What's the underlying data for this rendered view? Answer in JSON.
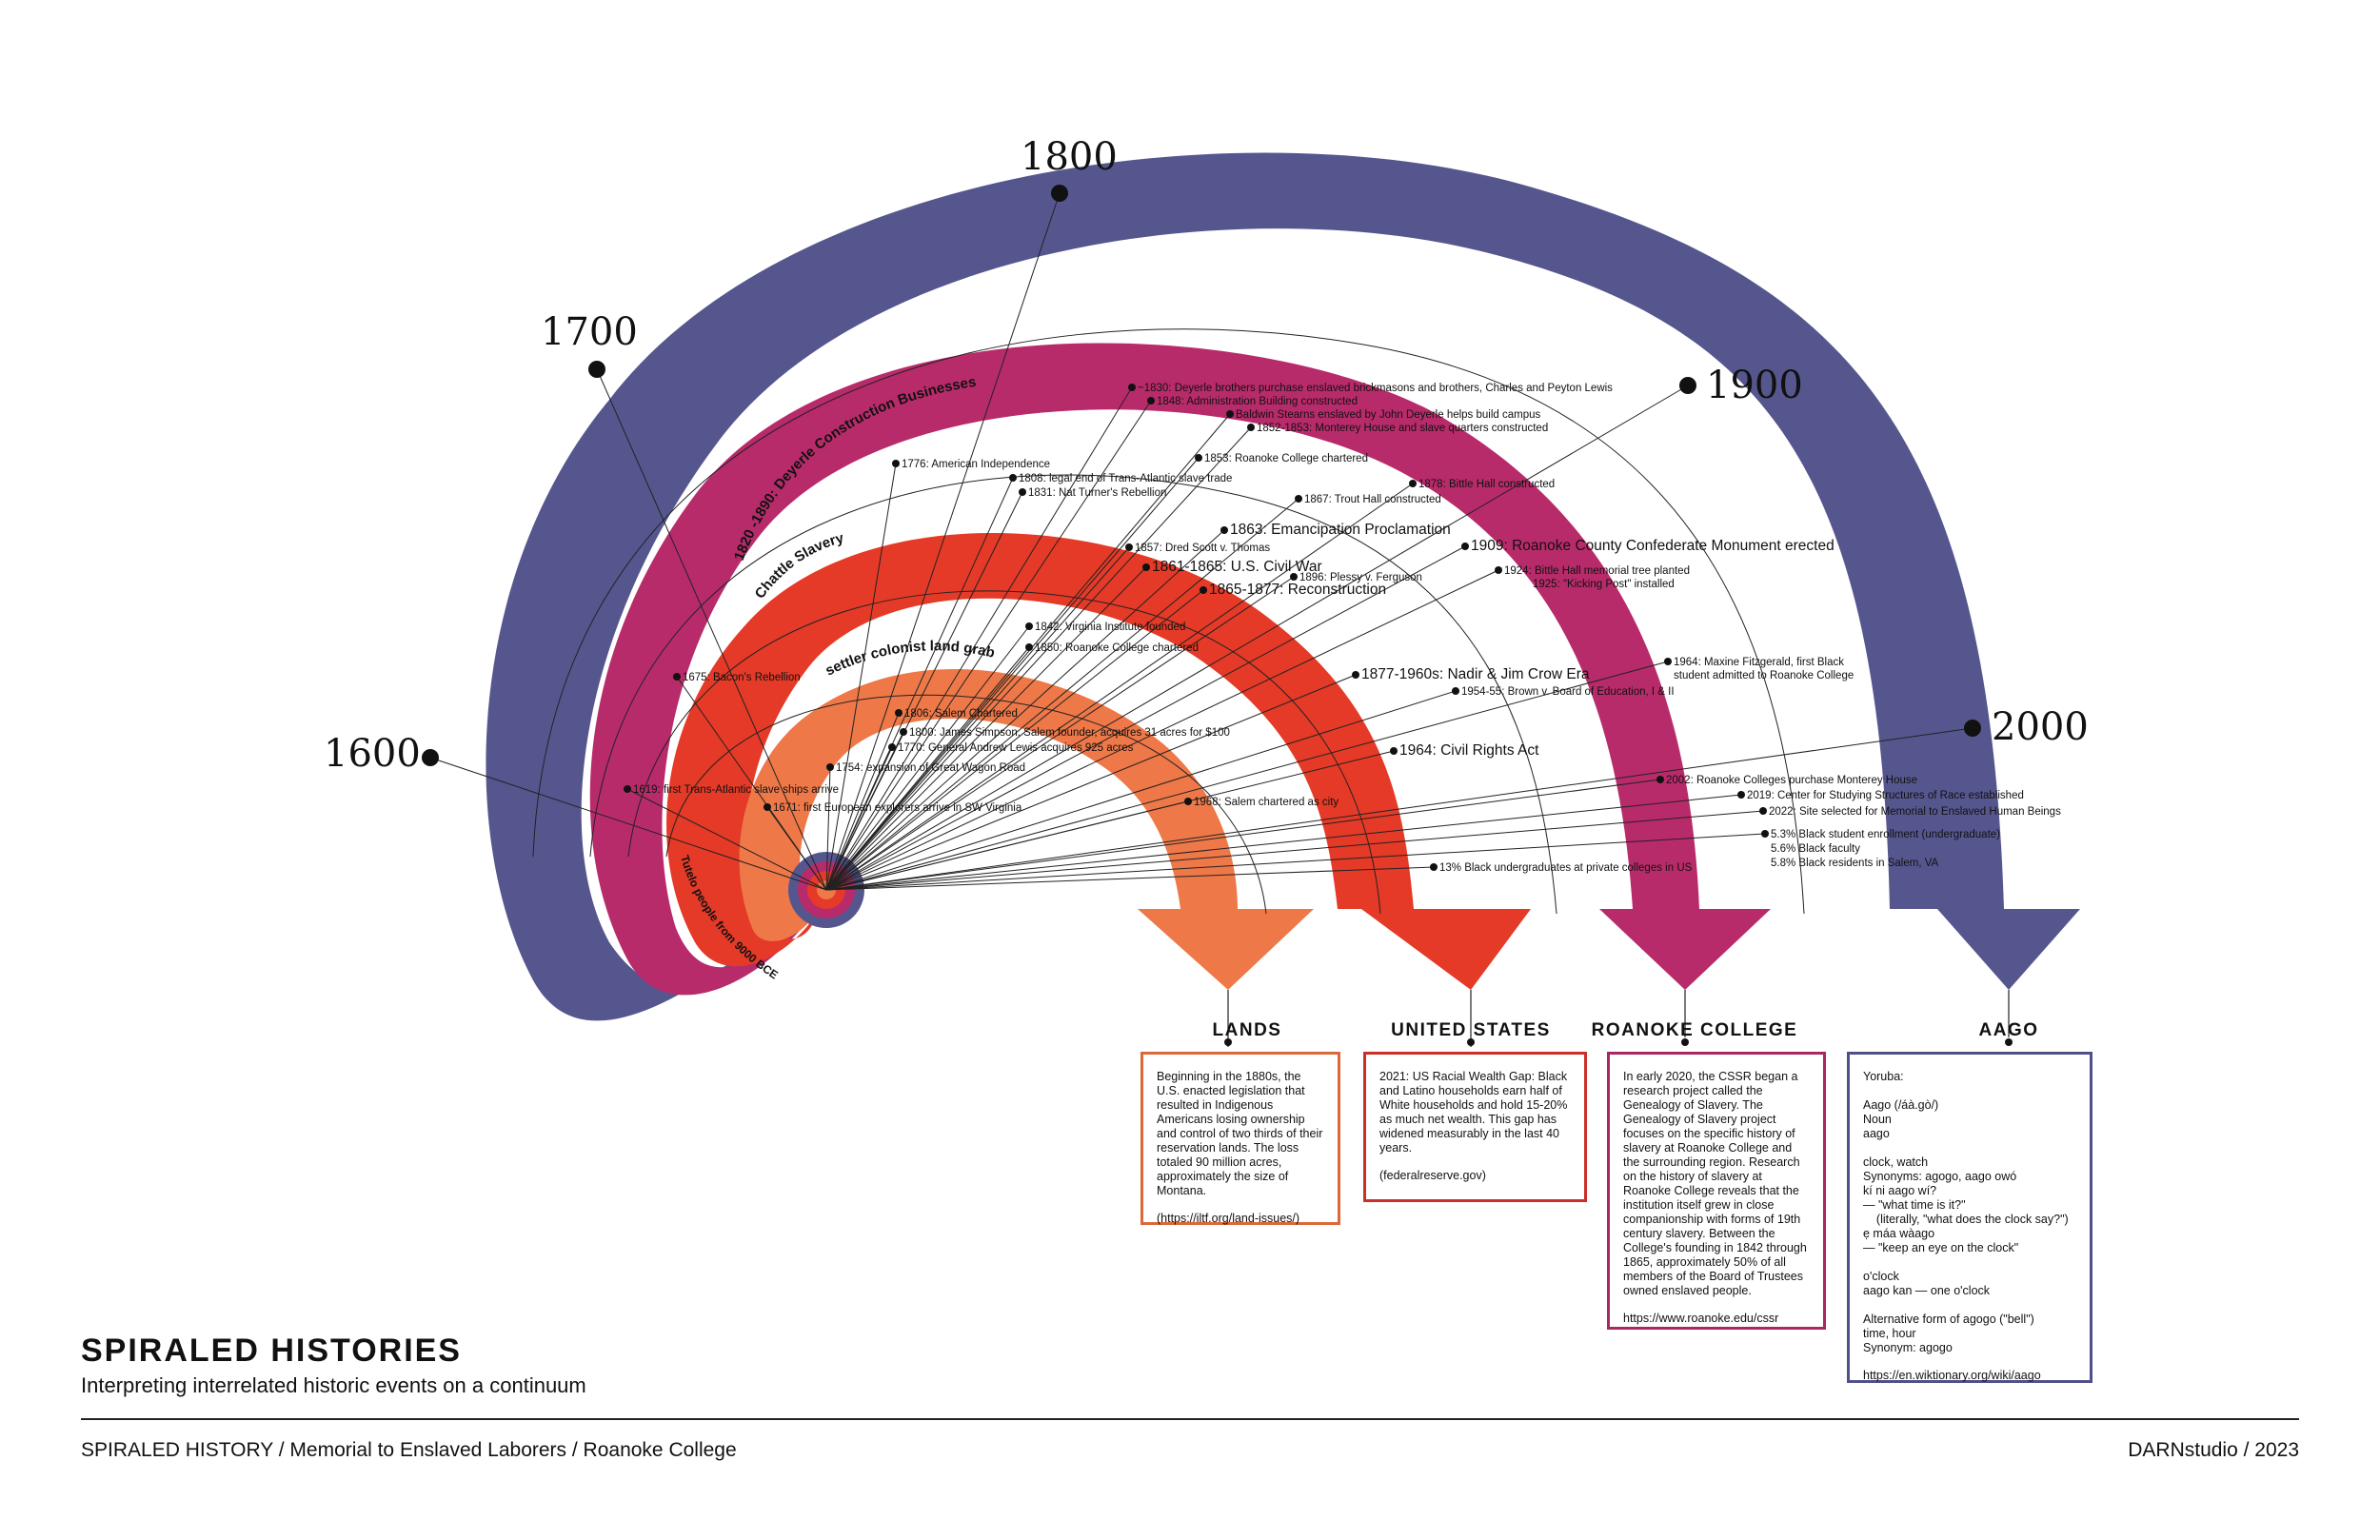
{
  "centuries": [
    "1600",
    "1700",
    "1800",
    "1900",
    "2000"
  ],
  "bands": {
    "lands": {
      "label": "settler colonist land grab",
      "arc_label": "Tutelo people from 9000 BCE",
      "color": "#ee7848"
    },
    "us": {
      "label": "Chattle Slavery",
      "color": "#e43a27"
    },
    "college": {
      "label": "1820 -1890: Deyerle Construction Businesses",
      "color": "#b82b6b"
    },
    "aago": {
      "color": "#56568f"
    }
  },
  "events": {
    "e1830": "~1830: Deyerle brothers purchase enslaved brickmasons and brothers, Charles and Peyton Lewis",
    "e1848": "1848: Administration Building constructed",
    "e_baldwin": "Baldwin Stearns enslaved by John Deyerle helps build campus",
    "e1852": "1852-1853: Monterey House and slave quarters constructed",
    "e1776": "1776: American Independence",
    "e1808": "1808: legal end of Trans-Atlantic slave trade",
    "e1831": "1831: Nat Turner's Rebellion",
    "e1853": "1853: Roanoke College chartered",
    "e1878": "1878: Bittle Hall constructed",
    "e1867": "1867: Trout Hall constructed",
    "e1863": "1863: Emancipation Proclamation",
    "e1857": "1857: Dred Scott v. Thomas",
    "e1909": "1909: Roanoke County Confederate Monument erected",
    "e1861": "1861-1865: U.S. Civil War",
    "e1896": "1896: Plessy v. Ferguson",
    "e1924": "1924: Bittle Hall memorial tree planted",
    "e1925": "1925: \"Kicking Post\" installed",
    "e1865": "1865-1877: Reconstruction",
    "e1842": "1842: Virginia Institute founded",
    "e1850": "1850: Roanoke College chartered",
    "e1675": "1675: Bacon's Rebellion",
    "e1877": "1877-1960s: Nadir & Jim Crow Era",
    "e1964m": "1964: Maxine Fitzgerald, first Black",
    "e1964m2": "student admitted to Roanoke College",
    "e1954": "1954-55: Brown v. Board of Education, I & II",
    "e1806": "1806: Salem Chartered",
    "e1800": "1800: James Simpson, Salem founder, acquires 31 acres for $100",
    "e1770": "1770: General Andrew Lewis acquires 925 acres",
    "e1754": "1754: expansion of Great Wagon Road",
    "e1964c": "1964: Civil Rights Act",
    "e1619": "1619: first Trans-Atlantic slave ships arrive",
    "e1671": "1671: first European explorers arrive in SW Virginia",
    "e1968": "1968: Salem chartered as city",
    "e2002": "2002: Roanoke Colleges purchase Monterey House",
    "e2019": "2019: Center for Studying Structures of Race established",
    "e2022": "2022: Site selected for Memorial to Enslaved Human Beings",
    "stat1": "5.3% Black student enrollment (undergraduate)",
    "stat2": "5.6% Black faculty",
    "stat3": "5.8% Black residents in Salem, VA",
    "e13": "13% Black undergraduates at private colleges in US"
  },
  "columns": [
    {
      "title": "LANDS",
      "color": "#d9693a",
      "text": "Beginning in the 1880s, the U.S. enacted legislation that resulted in Indigenous Americans losing ownership and control of two thirds of their reservation lands. The loss totaled 90 million acres, approximately the size of Montana.",
      "ref": "(https://iltf.org/land-issues/)"
    },
    {
      "title": "UNITED STATES",
      "color": "#c9302a",
      "text": "2021: US Racial Wealth Gap: Black and Latino households earn half of White households and hold 15-20% as much net wealth. This gap has widened measurably in the last 40 years.",
      "ref": "(federalreserve.gov)"
    },
    {
      "title": "ROANOKE COLLEGE",
      "color": "#a8285f",
      "text": "In early 2020, the CSSR began a research project called the Genealogy of Slavery. The Genealogy of Slavery project focuses on the specific history of slavery at Roanoke College and the surrounding region. Research on the history of slavery at Roanoke College reveals that the institution itself grew in close companionship with forms of 19th century slavery. Between the College's founding in 1842 through 1865, approximately 50% of all members of the Board of Trustees owned enslaved people.",
      "ref": "https://www.roanoke.edu/cssr"
    },
    {
      "title": "AAGO",
      "color": "#4f4f8a",
      "text": "Yoruba:\n\nAago (/áà.gò/)\nNoun\naago\n\nclock, watch\nSynonyms: agogo, aago owó\nkí ni aago wí?\n— \"what time is it?\"\n    (literally, \"what does the clock say?\")\nẹ máa wàago\n— \"keep an eye on the clock\"\n\no'clock\naago kan — one o'clock\n\nAlternative form of agogo (\"bell\")\ntime, hour\nSynonym: agogo",
      "ref": "https://en.wiktionary.org/wiki/aago"
    }
  ],
  "footer": {
    "title": "SPIRALED HISTORIES",
    "subtitle": "Interpreting interrelated historic events on a continuum",
    "left": "SPIRALED HISTORY / Memorial to Enslaved Laborers / Roanoke College",
    "right": "DARNstudio / 2023"
  }
}
